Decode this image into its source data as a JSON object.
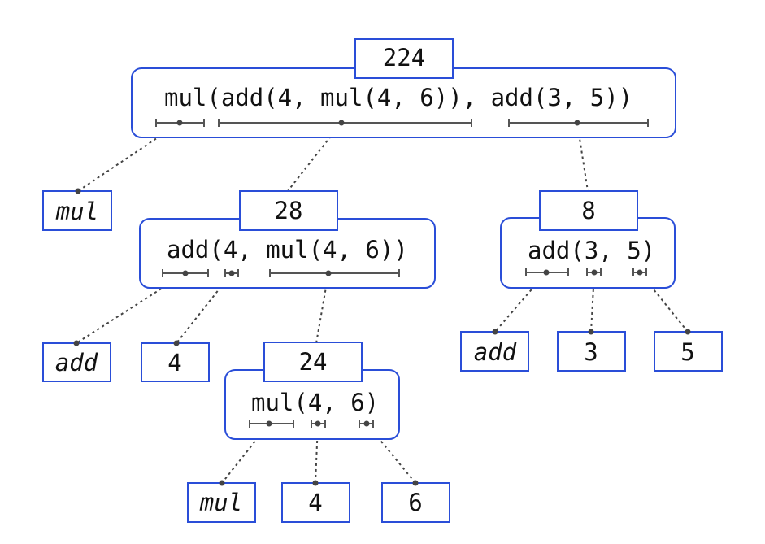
{
  "diagram": {
    "nodes": [
      {
        "id": "root",
        "expression": "mul(add(4, mul(4, 6)), add(3, 5))",
        "value": "224"
      },
      {
        "id": "add-left",
        "expression": "add(4, mul(4, 6))",
        "value": "28"
      },
      {
        "id": "add-right",
        "expression": "add(3, 5)",
        "value": "8"
      },
      {
        "id": "mul-inner",
        "expression": "mul(4, 6)",
        "value": "24"
      }
    ],
    "leaves": [
      {
        "id": "leaf-root-op",
        "text": "mul",
        "kind": "operator"
      },
      {
        "id": "leaf-l-op",
        "text": "add",
        "kind": "operator"
      },
      {
        "id": "leaf-l-4",
        "text": "4",
        "kind": "number"
      },
      {
        "id": "leaf-r-op",
        "text": "add",
        "kind": "operator"
      },
      {
        "id": "leaf-r-3",
        "text": "3",
        "kind": "number"
      },
      {
        "id": "leaf-r-5",
        "text": "5",
        "kind": "number"
      },
      {
        "id": "leaf-m-op",
        "text": "mul",
        "kind": "operator"
      },
      {
        "id": "leaf-m-4",
        "text": "4",
        "kind": "number"
      },
      {
        "id": "leaf-m-6",
        "text": "6",
        "kind": "number"
      }
    ],
    "colors": {
      "frame": "#2a4ed8",
      "connector": "#444444",
      "text": "#111111"
    }
  }
}
